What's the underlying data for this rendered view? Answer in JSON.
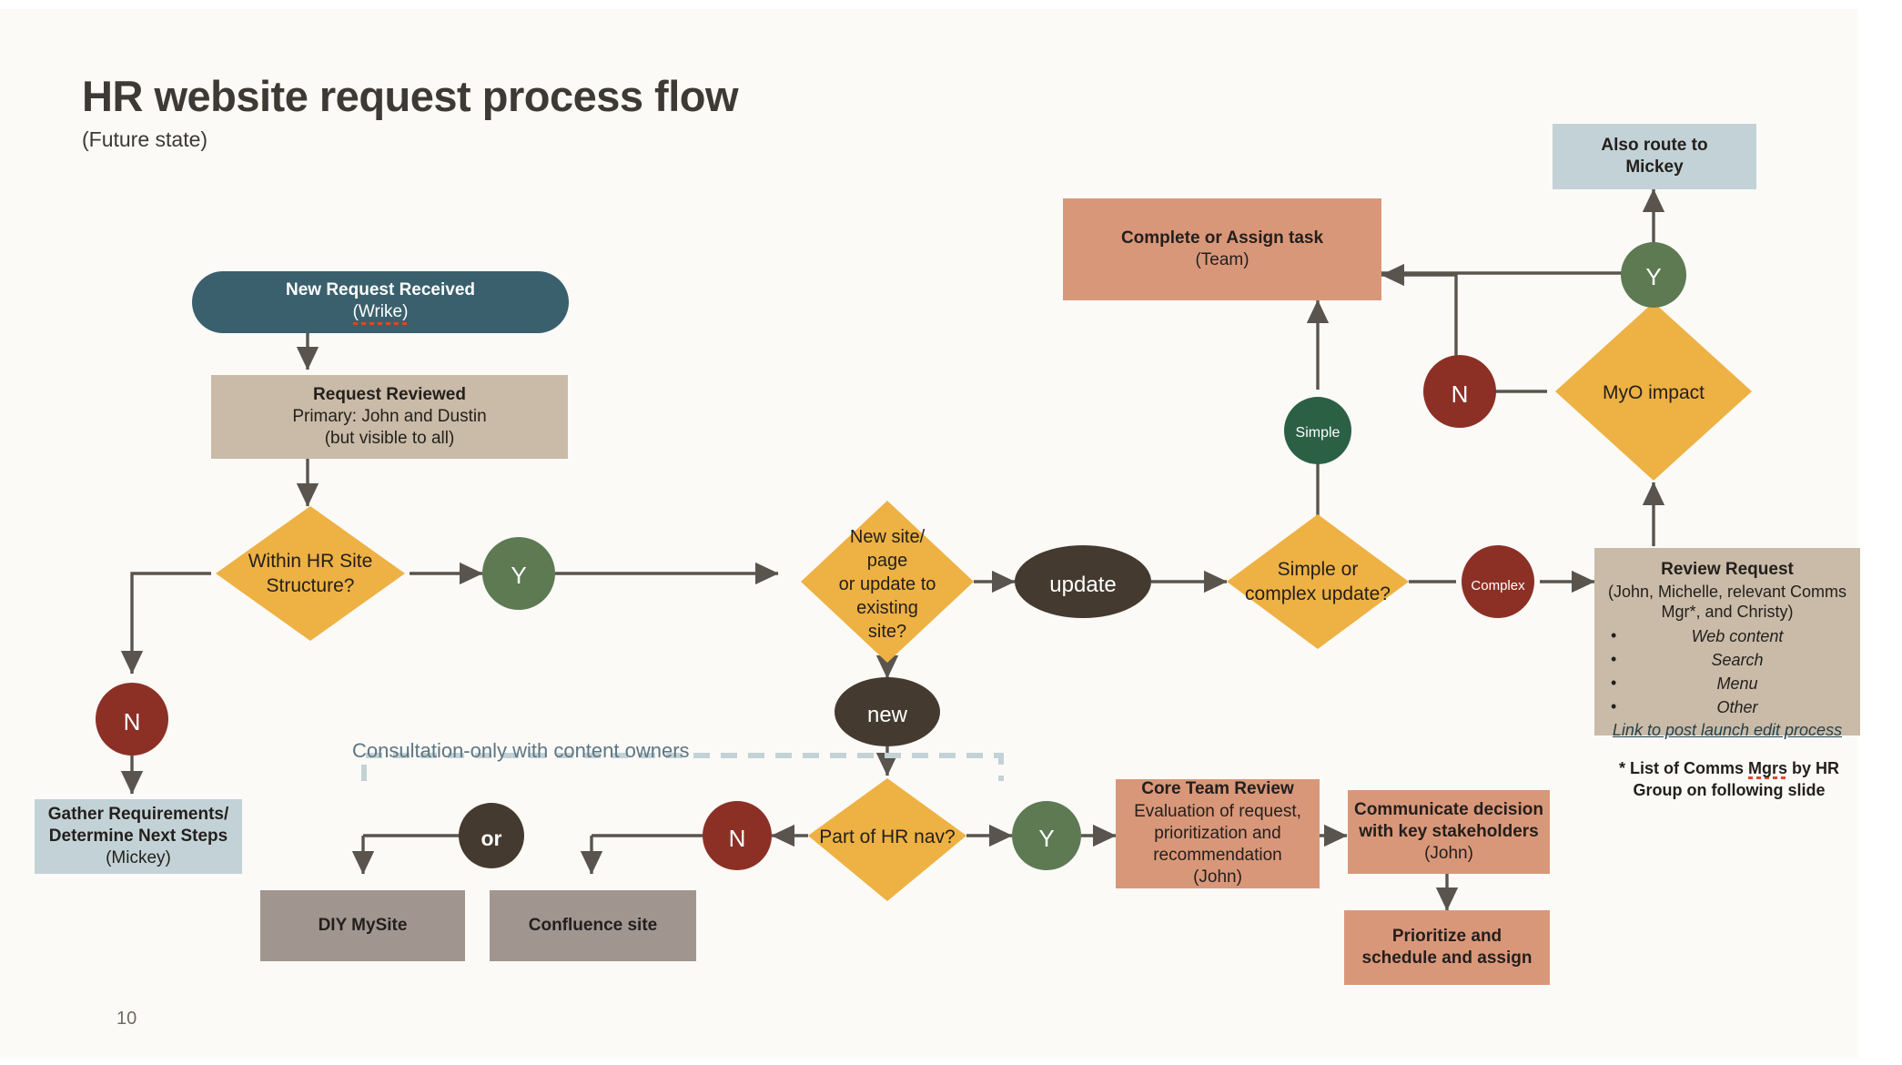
{
  "slide": {
    "title": "HR website request process flow",
    "subtitle": "(Future state)",
    "page_number": "10",
    "background": "#fbfaf7"
  },
  "colors": {
    "start_pill": "#39606c",
    "tan_box": "#c9bba8",
    "salmon_box": "#d9977a",
    "blue_box": "#c3d2d6",
    "gray_box": "#a1968f",
    "diamond": "#eeb143",
    "yes_circle": "#5d7a52",
    "no_circle": "#8c3026",
    "simple_circle": "#2b6045",
    "ellipse_brown": "#443a2f",
    "connector": "#5a544e",
    "dashed_bracket": "#c3d2d6",
    "link_text": "#24404c",
    "consult_text": "#5e7681",
    "spellcheck_underline": "#e8412b"
  },
  "nodes": {
    "new_request": {
      "line1": "New Request Received",
      "line2": "(Wrike)"
    },
    "request_reviewed": {
      "line1": "Request Reviewed",
      "line2": "Primary: John and Dustin",
      "line3": "(but visible to all)"
    },
    "within_hr_site": {
      "line1": "Within HR Site",
      "line2": "Structure?"
    },
    "gather_requirements": {
      "line1": "Gather Requirements/",
      "line2": "Determine Next Steps",
      "line3": "(Mickey)"
    },
    "new_site_or_update": {
      "line1": "New site/",
      "line2": "page",
      "line3": "or update to",
      "line4": "existing",
      "line5": "site?"
    },
    "part_of_hr_nav": {
      "line1": "Part of HR nav?"
    },
    "diy_mysite": {
      "line1": "DIY MySite"
    },
    "confluence_site": {
      "line1": "Confluence site"
    },
    "simple_or_complex": {
      "line1": "Simple or",
      "line2": "complex update?"
    },
    "complete_or_assign": {
      "line1": "Complete or Assign task",
      "line2": "(Team)"
    },
    "myo_impact": {
      "line1": "MyO impact"
    },
    "also_route": {
      "line1": "Also route to",
      "line2": "Mickey"
    },
    "review_request": {
      "heading": "Review Request",
      "sub_line1": "(John, Michelle, relevant Comms",
      "sub_line2": "Mgr*, and Christy)",
      "bullets": [
        "Web content",
        "Search",
        "Menu",
        "Other"
      ],
      "link": "Link to post launch edit process"
    },
    "core_team_review": {
      "line1": "Core Team Review",
      "line2": "Evaluation of request,",
      "line3": "prioritization and",
      "line4": "recommendation",
      "line5": "(John)"
    },
    "communicate_decision": {
      "line1": "Communicate decision",
      "line2": "with key stakeholders",
      "line3": "(John)"
    },
    "prioritize_schedule": {
      "line1": "Prioritize and",
      "line2": "schedule and assign"
    }
  },
  "connector_labels": {
    "yes_site_structure": "Y",
    "no_site_structure": "N",
    "update": "update",
    "new": "new",
    "no_hr_nav": "N",
    "yes_hr_nav": "Y",
    "simple": "Simple",
    "complex": "Complex",
    "no_myo": "N",
    "yes_myo": "Y",
    "or": "or"
  },
  "annotations": {
    "consultation": "Consultation-only with content owners",
    "footnote_line1": "* List of Comms Mgrs by HR",
    "footnote_line2": "Group on following slide",
    "footnote_spellchecked_word": "Mgrs"
  }
}
